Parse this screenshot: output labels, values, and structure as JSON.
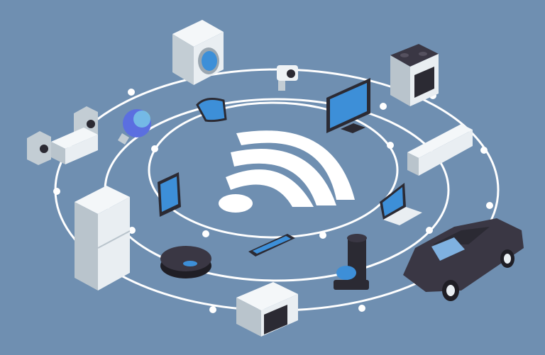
{
  "colors": {
    "background": "#6f8fb1",
    "ring": "#ffffff",
    "screen": "#3d8fd8",
    "device_body": "#e9eef2",
    "device_shade": "#b9c4cc",
    "dark": "#2b2a33",
    "car": "#3a3744"
  },
  "illustration": {
    "rings": 3,
    "center_icon": "wifi-icon",
    "devices": [
      "washing-machine",
      "security-camera",
      "stove",
      "tv",
      "air-conditioner",
      "laptop",
      "car",
      "coffee-maker",
      "microwave",
      "robot-vacuum",
      "refrigerator",
      "tablet",
      "smartphone",
      "smartwatch",
      "smart-bulb",
      "speakers",
      "router"
    ]
  }
}
